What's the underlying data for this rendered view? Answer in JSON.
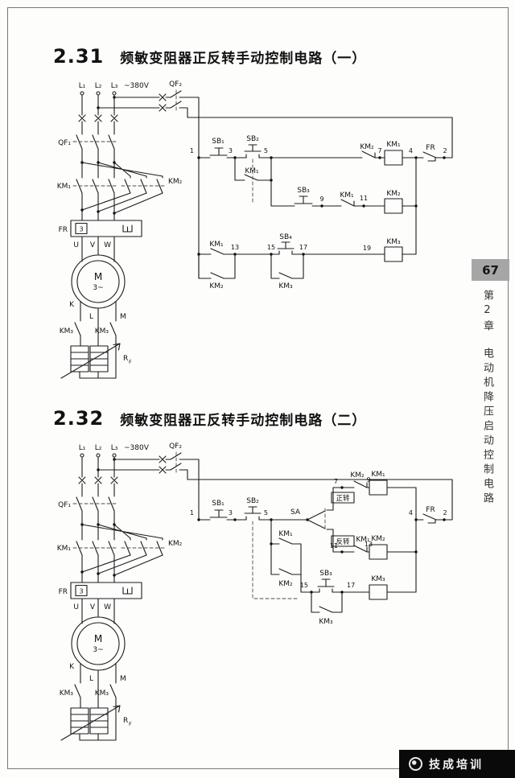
{
  "page": {
    "number": "67",
    "chapter": "第2章",
    "chapter_title": "电动机降压启动控制电路",
    "watermark": "技成培训"
  },
  "sections": {
    "s1": {
      "number": "2.31",
      "title": "频敏变阻器正反转手动控制电路（一）"
    },
    "s2": {
      "number": "2.32",
      "title": "频敏变阻器正反转手动控制电路（二）"
    }
  },
  "labels": {
    "l1": "L₁",
    "l2": "L₂",
    "l3": "L₃",
    "v380": "~380V",
    "qf1": "QF₁",
    "qf2": "QF₂",
    "km1": "KM₁",
    "km2": "KM₂",
    "km3": "KM₃",
    "fr": "FR",
    "fr3": "3",
    "u": "U",
    "v": "V",
    "w": "W",
    "m_motor": "M",
    "m3ph": "3~",
    "k": "K",
    "l_term": "L",
    "m_term": "M",
    "r": "R",
    "f": "F",
    "sb1": "SB₁",
    "sb2": "SB₂",
    "sb3": "SB₃",
    "sb4": "SB₄",
    "sa": "SA",
    "fwd": "正转",
    "rev": "反转",
    "n1": "1",
    "n2": "2",
    "n3": "3",
    "n4": "4",
    "n5": "5",
    "n7": "7",
    "n9": "9",
    "n11": "11",
    "n13": "13",
    "n15": "15",
    "n17": "17",
    "n19": "19"
  }
}
